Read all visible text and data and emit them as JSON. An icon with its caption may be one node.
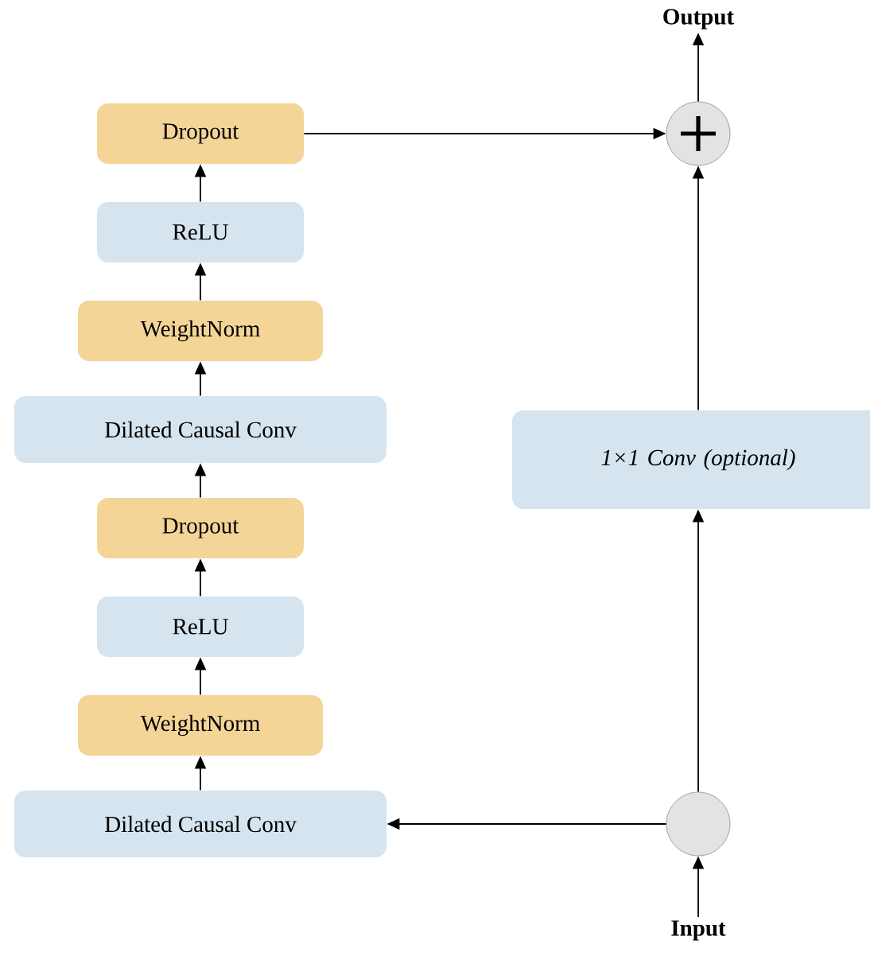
{
  "diagram": {
    "nodes": [
      {
        "text": [
          "Output"
        ]
      },
      {
        "text": [],
        "shape": "circle"
      },
      {
        "text": [
          "Dropout"
        ]
      },
      {
        "text": [
          "ReLU"
        ]
      },
      {
        "text": [
          "WeightNorm"
        ]
      },
      {
        "text": [
          "Dilated Causal Conv"
        ]
      },
      {
        "text": [
          "Dropout"
        ]
      },
      {
        "text": [
          "ReLU"
        ]
      },
      {
        "text": [
          "WeightNorm"
        ]
      },
      {
        "text": [
          "Dilated Causal Conv"
        ]
      },
      {
        "text": [
          "1×1 Conv (optional)"
        ]
      },
      {
        "text": [],
        "shape": "circle"
      },
      {
        "text": [
          "Input"
        ]
      }
    ],
    "edges": [
      {
        "from": 12,
        "to": 11,
        "arrow": "to"
      },
      {
        "from": 11,
        "to": 9,
        "arrow": "to"
      },
      {
        "from": 9,
        "to": 8,
        "arrow": "to"
      },
      {
        "from": 8,
        "to": 7,
        "arrow": "to"
      },
      {
        "from": 7,
        "to": 6,
        "arrow": "to"
      },
      {
        "from": 6,
        "to": 5,
        "arrow": "to"
      },
      {
        "from": 5,
        "to": 4,
        "arrow": "to"
      },
      {
        "from": 4,
        "to": 3,
        "arrow": "to"
      },
      {
        "from": 3,
        "to": 2,
        "arrow": "to"
      },
      {
        "from": 2,
        "to": 1,
        "arrow": "to"
      },
      {
        "from": 11,
        "to": 10,
        "arrow": "to"
      },
      {
        "from": 10,
        "to": 1,
        "arrow": "to"
      },
      {
        "from": 1,
        "to": 0,
        "arrow": "to"
      }
    ]
  }
}
